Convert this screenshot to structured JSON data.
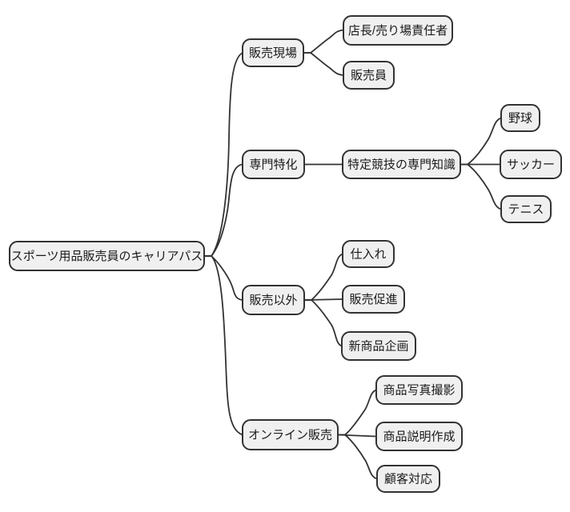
{
  "mindmap": {
    "title": "スポーツ用品販売員のキャリアパス",
    "root": {
      "label": "スポーツ用品販売員のキャリアパス"
    },
    "branches": [
      {
        "label": "販売現場",
        "children": [
          {
            "label": "店長/売り場責任者"
          },
          {
            "label": "販売員"
          }
        ]
      },
      {
        "label": "専門特化",
        "children": [
          {
            "label": "特定競技の専門知識",
            "children": [
              {
                "label": "野球"
              },
              {
                "label": "サッカー"
              },
              {
                "label": "テニス"
              }
            ]
          }
        ]
      },
      {
        "label": "販売以外",
        "children": [
          {
            "label": "仕入れ"
          },
          {
            "label": "販売促進"
          },
          {
            "label": "新商品企画"
          }
        ]
      },
      {
        "label": "オンライン販売",
        "children": [
          {
            "label": "商品写真撮影"
          },
          {
            "label": "商品説明作成"
          },
          {
            "label": "顧客対応"
          }
        ]
      }
    ],
    "colors": {
      "background": "#ffffff",
      "node_fill": "#f0f0f0",
      "node_border": "#333333",
      "edge": "#333333",
      "text": "#1a1a1a"
    }
  }
}
